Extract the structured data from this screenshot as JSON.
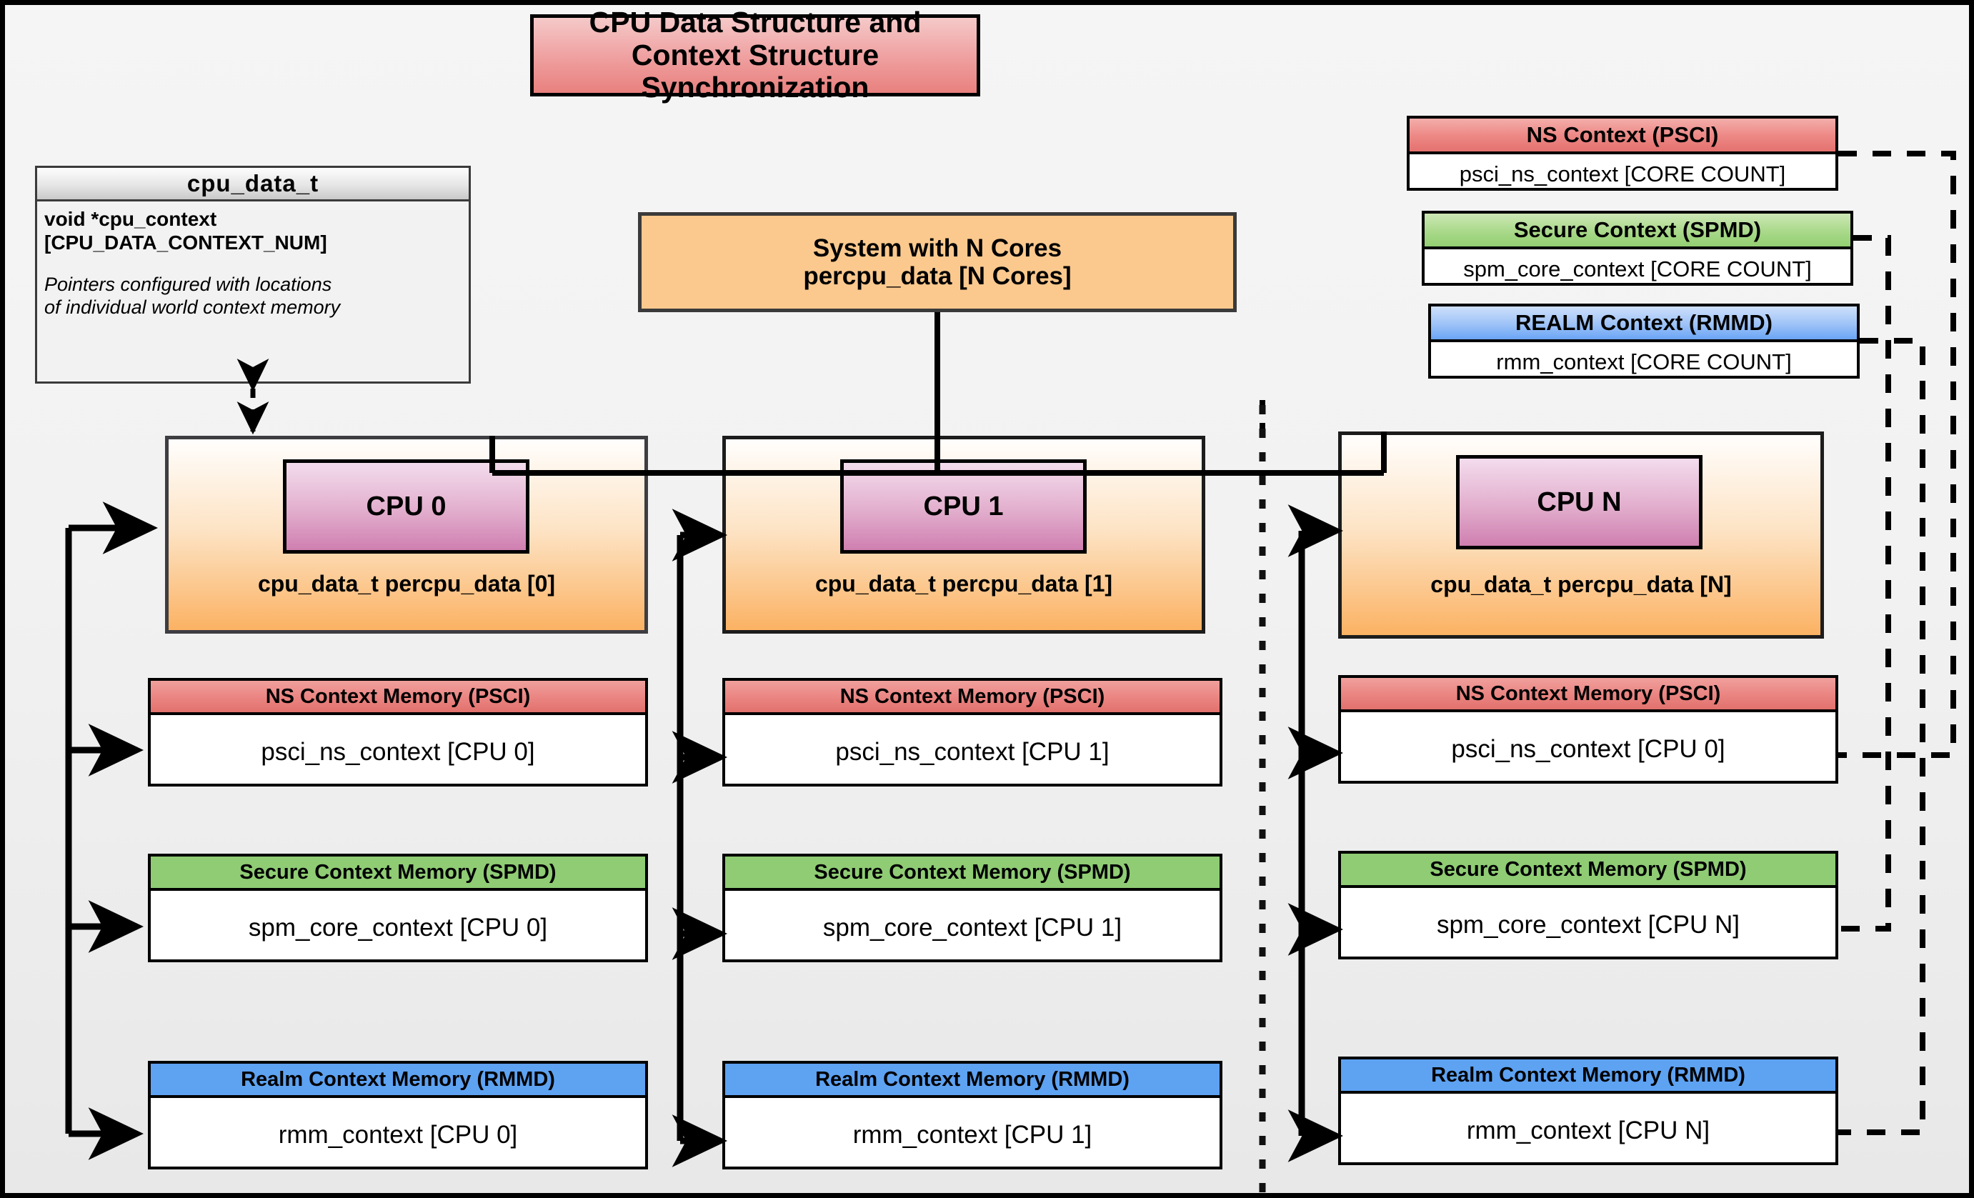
{
  "title": "CPU Data Structure and Context Structure Synchronization",
  "cpu_data_struct": {
    "name": "cpu_data_t",
    "field": "void  *cpu_context [CPU_DATA_CONTEXT_NUM]",
    "field_line1": "void  *cpu_context",
    "field_line2": "[CPU_DATA_CONTEXT_NUM]",
    "note_line1": "Pointers configured with locations",
    "note_line2": "of individual world context memory"
  },
  "system": {
    "line1": "System with N Cores",
    "line2": "percpu_data [N Cores]"
  },
  "legend": [
    {
      "header": "NS Context  (PSCI)",
      "body": "psci_ns_context [CORE COUNT]",
      "color": "#e4716e",
      "kind": "ns"
    },
    {
      "header": "Secure Context (SPMD)",
      "body": "spm_core_context [CORE COUNT]",
      "color": "#93cf71",
      "kind": "secure"
    },
    {
      "header": "REALM Context (RMMD)",
      "body": "rmm_context [CORE COUNT]",
      "color": "#6aa5f5",
      "kind": "realm"
    }
  ],
  "cpus": [
    {
      "chip_label": "CPU 0",
      "caption": "cpu_data_t percpu_data [0]",
      "contexts": [
        {
          "header": "NS Context Memory (PSCI)",
          "body": "psci_ns_context [CPU 0]",
          "kind": "ns"
        },
        {
          "header": "Secure Context Memory (SPMD)",
          "body": "spm_core_context [CPU 0]",
          "kind": "secure"
        },
        {
          "header": "Realm Context Memory (RMMD)",
          "body": "rmm_context [CPU 0]",
          "kind": "realm"
        }
      ]
    },
    {
      "chip_label": "CPU 1",
      "caption": "cpu_data_t percpu_data [1]",
      "contexts": [
        {
          "header": "NS Context Memory (PSCI)",
          "body": "psci_ns_context [CPU 1]",
          "kind": "ns"
        },
        {
          "header": "Secure Context Memory (SPMD)",
          "body": "spm_core_context [CPU 1]",
          "kind": "secure"
        },
        {
          "header": "Realm Context Memory (RMMD)",
          "body": "rmm_context [CPU 1]",
          "kind": "realm"
        }
      ]
    },
    {
      "chip_label": "CPU N",
      "caption": "cpu_data_t percpu_data [N]",
      "contexts": [
        {
          "header": "NS Context Memory (PSCI)",
          "body": "psci_ns_context [CPU 0]",
          "kind": "ns"
        },
        {
          "header": "Secure Context Memory (SPMD)",
          "body": "spm_core_context [CPU N]",
          "kind": "secure"
        },
        {
          "header": "Realm Context Memory (RMMD)",
          "body": "rmm_context [CPU N]",
          "kind": "realm"
        }
      ]
    }
  ],
  "colors": {
    "ns": "#e4716e",
    "secure": "#93cf71",
    "realm": "#6aa5f5",
    "cpu_panel": "#fbb263",
    "cpu_chip": "#cf7fb0",
    "title": "#e8817f",
    "system": "#fbc98e",
    "background": "#f0f0f0",
    "stroke": "#000000"
  }
}
